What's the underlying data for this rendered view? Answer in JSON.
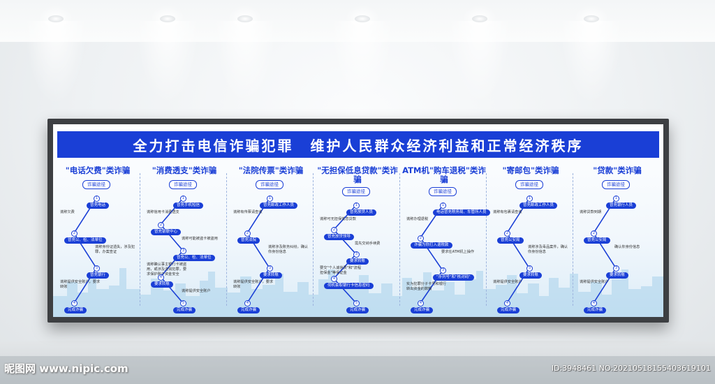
{
  "banner": {
    "left": "全力打击电信诈骗犯罪",
    "right": "维护人民群众经济利益和正常经济秩序"
  },
  "path_label": "诈骗途径",
  "columns": [
    {
      "title": "\"电话欠费\"类诈骗",
      "steps": [
        {
          "n": "1",
          "label": "冒充电话",
          "note": "谎称欠费"
        },
        {
          "n": "2",
          "label": "冒充公、检、法单位",
          "note": "谎称身份证遗失，涉及犯罪，办案查证"
        },
        {
          "n": "3",
          "label": "冒充银行",
          "note": "谎称提供安全账户，要求转账"
        },
        {
          "n": "4",
          "label": "完成诈骗",
          "note": ""
        }
      ]
    },
    {
      "title": "\"消费透支\"类诈骗",
      "steps": [
        {
          "n": "1",
          "label": "冒充手机短信",
          "note": "谎称信用卡消费透支"
        },
        {
          "n": "2",
          "label": "冒充银联中心",
          "note": "谎称可能被盗卡被盗用"
        },
        {
          "n": "3",
          "label": "冒充公、检、法单位",
          "note": "谎称确认事主银行卡被盗用，或涉及洗钱犯罪，要求保护账户资金安全"
        },
        {
          "n": "4",
          "label": "要求转账",
          "note": "谎称提供安全账户"
        },
        {
          "n": "5",
          "label": "完成诈骗",
          "note": ""
        }
      ]
    },
    {
      "title": "\"法院传票\"类诈骗",
      "steps": [
        {
          "n": "1",
          "label": "冒充邮政工作人员",
          "note": "谎称有传票请查收"
        },
        {
          "n": "2",
          "label": "冒充法院",
          "note": "谎称涉及账务纠纷，确认你身份信息"
        },
        {
          "n": "3",
          "label": "要求转账",
          "note": "谎称提供安全账户，要求转账"
        },
        {
          "n": "4",
          "label": "完成诈骗",
          "note": ""
        }
      ]
    },
    {
      "title": "\"无担保低息贷款\"类诈骗",
      "steps": [
        {
          "n": "1",
          "label": "冒充放贷人员",
          "note": "谎称可无担保低息贷款"
        },
        {
          "n": "2",
          "label": "冒充放贷领导",
          "note": "需先交纳手续费"
        },
        {
          "n": "3",
          "label": "要求转账",
          "note": "要交\"个人诚信费\"和\"流程担保金\"等保证金"
        },
        {
          "n": "4",
          "label": "伺机套取银行卡信息密码",
          "note": ""
        },
        {
          "n": "5",
          "label": "完成诈骗",
          "note": ""
        }
      ]
    },
    {
      "title": "ATM机\"购车退税\"类诈骗",
      "steps": [
        {
          "n": "1",
          "label": "电话冒充税务局、车管所人员",
          "note": "谎称办理退税"
        },
        {
          "n": "2",
          "label": "诈骗为你打入退税款",
          "note": "要求在ATM机上操作"
        },
        {
          "n": "3",
          "label": "\"序列号\"和\"核对码\"",
          "note": "实为犯罪分子卡号和银行转出资金的数额"
        },
        {
          "n": "4",
          "label": "完成诈骗",
          "note": ""
        }
      ]
    },
    {
      "title": "\"寄邮包\"类诈骗",
      "steps": [
        {
          "n": "1",
          "label": "冒充邮政工作人员",
          "note": "谎称有包裹请查收"
        },
        {
          "n": "2",
          "label": "冒充公安局",
          "note": "谎称涉及毒品案件，确认你身份信息"
        },
        {
          "n": "3",
          "label": "要求转账",
          "note": "谎称提供安全账户"
        },
        {
          "n": "4",
          "label": "完成诈骗",
          "note": ""
        }
      ]
    },
    {
      "title": "\"贷款\"类诈骗",
      "steps": [
        {
          "n": "1",
          "label": "冒充银行人员",
          "note": "谎称贷款到期"
        },
        {
          "n": "2",
          "label": "冒充公安局",
          "note": "确认你身份信息"
        },
        {
          "n": "3",
          "label": "要求转账",
          "note": "谎称提供安全账户"
        },
        {
          "n": "4",
          "label": "完成诈骗",
          "note": ""
        }
      ]
    }
  ],
  "watermark": {
    "left": "昵图网 www.nipic.com",
    "right": "ID:3948461 NO:20210518155403619101"
  }
}
